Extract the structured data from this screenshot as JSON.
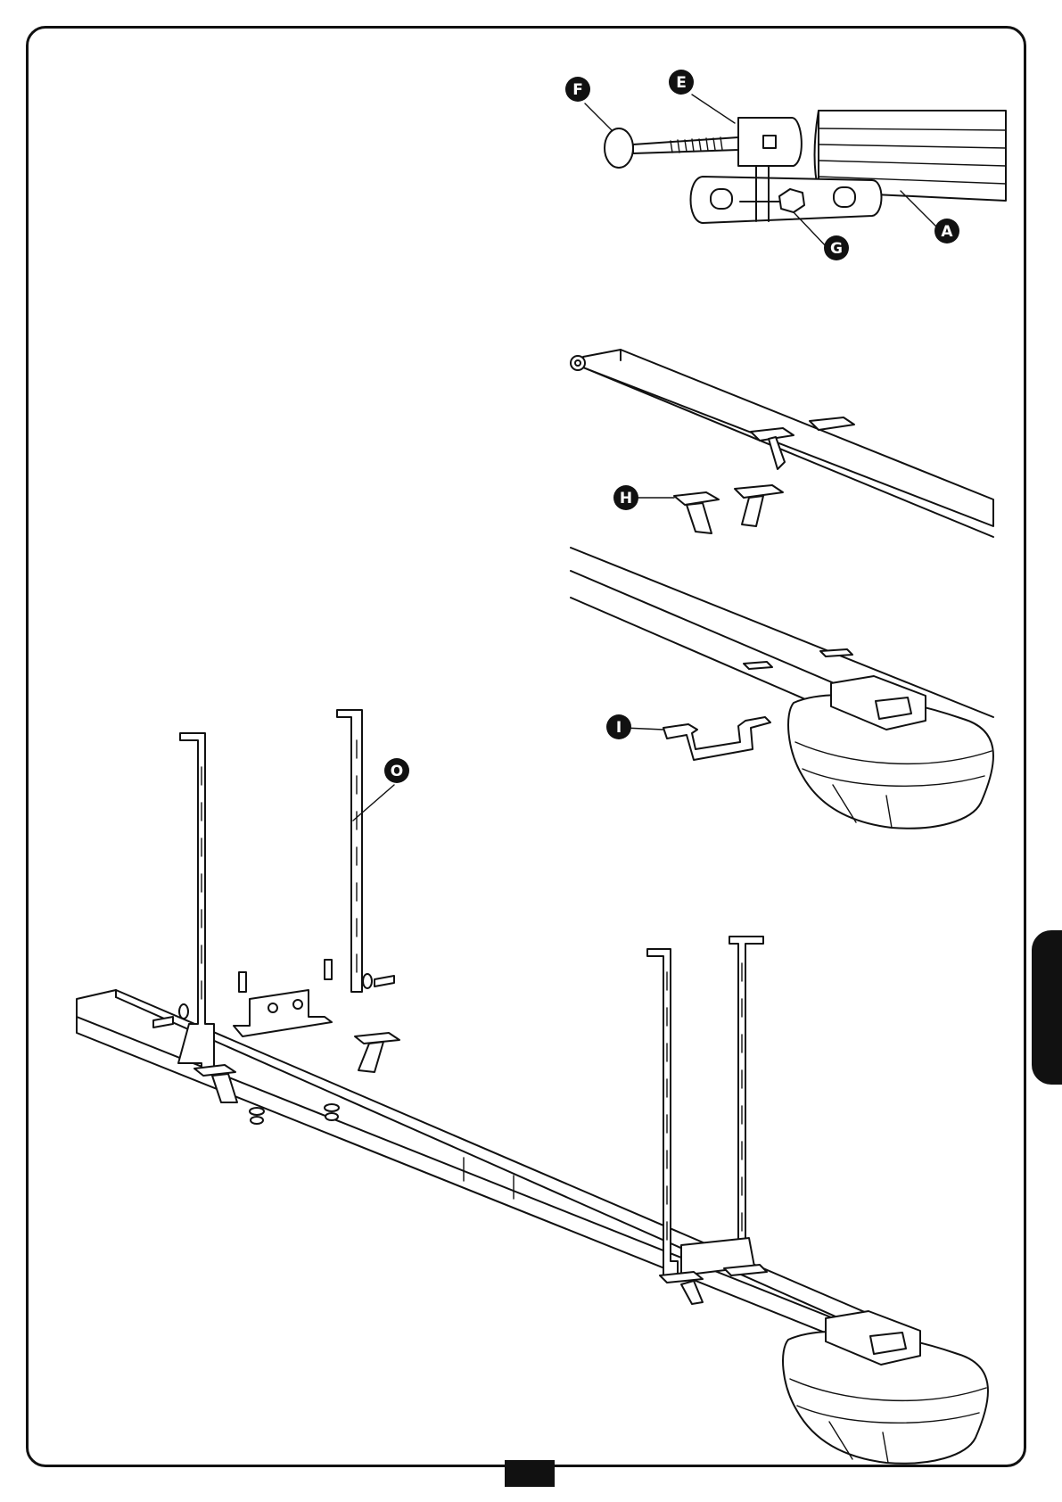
{
  "labels": {
    "A": "A",
    "E": "E",
    "F": "F",
    "G": "G",
    "H": "H",
    "I": "I",
    "O": "O"
  },
  "colors": {
    "line": "#111111",
    "background": "#ffffff"
  }
}
